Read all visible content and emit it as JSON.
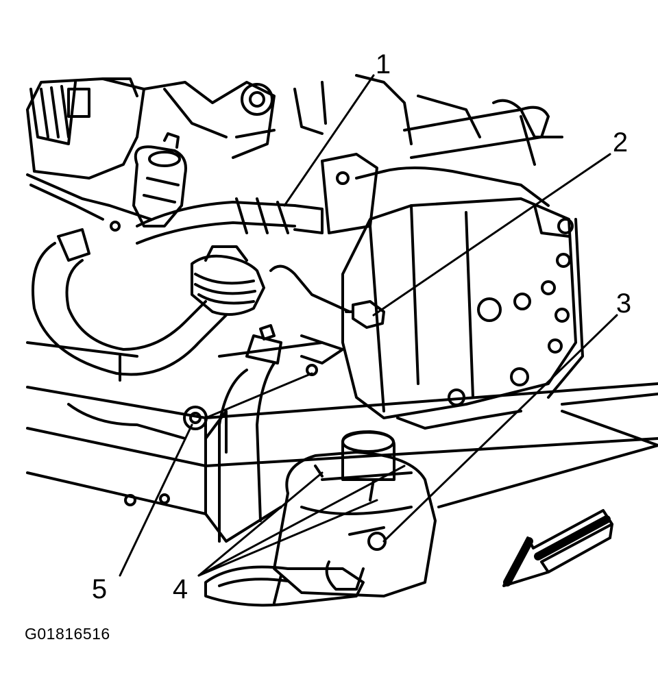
{
  "figure": {
    "caption": "G01816516",
    "callouts": [
      {
        "id": "1",
        "label": "1"
      },
      {
        "id": "2",
        "label": "2"
      },
      {
        "id": "3",
        "label": "3"
      },
      {
        "id": "4",
        "label": "4"
      },
      {
        "id": "5",
        "label": "5"
      }
    ],
    "direction_arrow_icon": "front-direction-arrow-icon",
    "ink_color": "#000000",
    "background_color": "#ffffff"
  }
}
